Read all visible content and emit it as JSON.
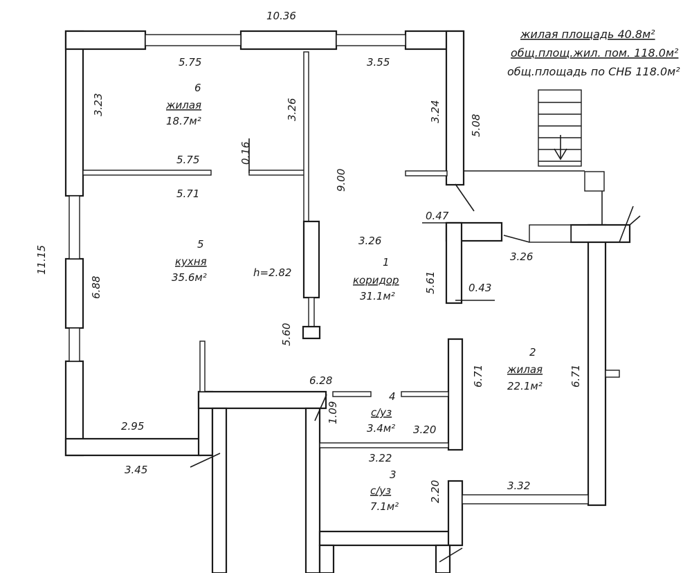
{
  "summary": {
    "living_area": "жилая площадь 40.8м²",
    "total_living_rooms": "общ.площ.жил. пом. 118.0м²",
    "total_snb": "общ.площадь по СНБ 118.0м²"
  },
  "rooms": {
    "r1": {
      "number": "1",
      "name": "коридор",
      "area": "31.1м²"
    },
    "r2": {
      "number": "2",
      "name": "жилая",
      "area": "22.1м²"
    },
    "r3": {
      "number": "3",
      "name": "с/уз",
      "area": "7.1м²"
    },
    "r4": {
      "number": "4",
      "name": "с/уз",
      "area": "3.4м²"
    },
    "r5": {
      "number": "5",
      "name": "кухня",
      "area": "35.6м²"
    },
    "r6": {
      "number": "6",
      "name": "жилая",
      "area": "18.7м²"
    }
  },
  "ceiling_height": "h=2.82",
  "dimensions": {
    "d_10_36": "10.36",
    "d_5_75_top": "5.75",
    "d_3_55": "3.55",
    "d_3_23": "3.23",
    "d_3_26_r6": "3.26",
    "d_3_24": "3.24",
    "d_5_08": "5.08",
    "d_0_16": "0.16",
    "d_5_75_mid": "5.75",
    "d_9_00": "9.00",
    "d_5_71": "5.71",
    "d_0_47": "0.47",
    "d_3_26_c": "3.26",
    "d_3_26_r": "3.26",
    "d_11_15": "11.15",
    "d_6_88": "6.88",
    "d_5_61": "5.61",
    "d_0_43": "0.43",
    "d_5_60": "5.60",
    "d_6_71_in": "6.71",
    "d_6_71_out": "6.71",
    "d_6_28": "6.28",
    "d_1_09": "1.09",
    "d_2_95": "2.95",
    "d_3_20": "3.20",
    "d_3_22": "3.22",
    "d_3_45": "3.45",
    "d_2_20": "2.20",
    "d_3_32": "3.32"
  }
}
